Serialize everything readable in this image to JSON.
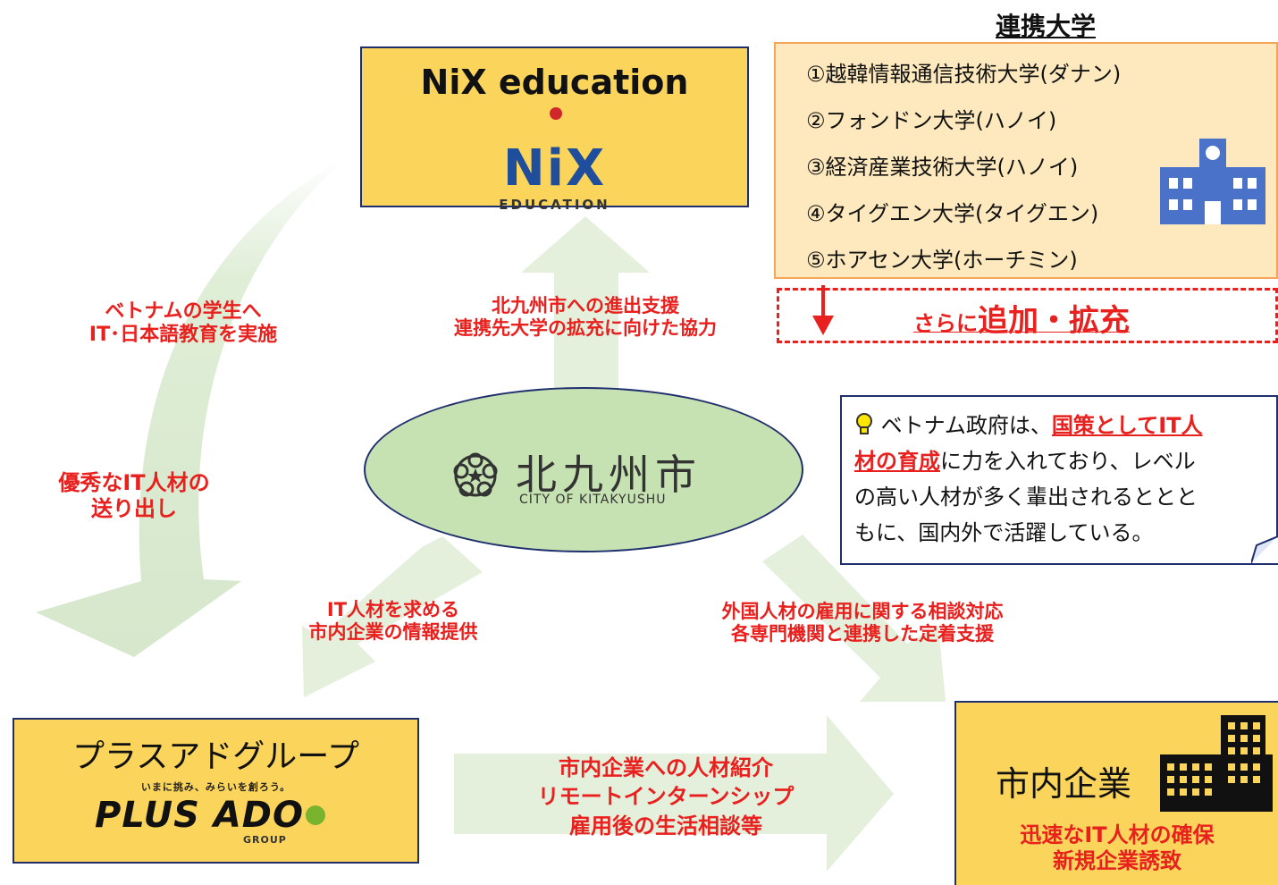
{
  "nix": {
    "title": "NiX education",
    "logo_main": "NiX",
    "logo_sub": "EDUCATION"
  },
  "universities": {
    "header": "連携大学",
    "items": [
      "①越韓情報通信技術大学(ダナン)",
      "②フォンドン大学(ハノイ)",
      "③経済産業技術大学(ハノイ)",
      "④タイグエン大学(タイグエン)",
      "⑤ホアセン大学(ホーチミン)"
    ],
    "expand_prefix": "さらに",
    "expand_main": "追加・拡充"
  },
  "city": {
    "name": "北九州市",
    "sub": "CITY OF KITAKYUSHU"
  },
  "arrows": {
    "left_top_1": "ベトナムの学生へ",
    "left_top_2": "IT･日本語教育を実施",
    "left_bottom_1": "優秀なIT人材の",
    "left_bottom_2": "送り出し",
    "up_1": "北九州市への進出支援",
    "up_2": "連携先大学の拡充に向けた協力",
    "down_left_1": "IT人材を求める",
    "down_left_2": "市内企業の情報提供",
    "down_right_1": "外国人材の雇用に関する相談対応",
    "down_right_2": "各専門機関と連携した定着支援",
    "right_1": "市内企業への人材紹介",
    "right_2": "リモートインターンシップ",
    "right_3": "雇用後の生活相談等"
  },
  "note": {
    "text_1": "ベトナム政府は、",
    "text_2": "国策としてIT人",
    "text_3": "材の育成",
    "text_4": "に力を入れており、レベル",
    "text_5": "の高い人材が多く輩出されるととと",
    "text_6": "もに、国内外で活躍している。"
  },
  "plusado": {
    "title": "プラスアドグループ",
    "slogan": "いまに挑み、みらいを創ろう。",
    "logo": "PLUS ADO",
    "logo_sub": "GROUP"
  },
  "company": {
    "title": "市内企業",
    "line_1": "迅速なIT人材の確保",
    "line_2": "新規企業誘致"
  },
  "colors": {
    "box_yellow": "#fbd55b",
    "box_cream": "#fde9bd",
    "box_border_orange": "#f4a55a",
    "navy": "#1f2f6e",
    "arrow_green": "#e4efdc",
    "ellipse_fill": "#c6e1b2",
    "red": "#e8201e"
  }
}
